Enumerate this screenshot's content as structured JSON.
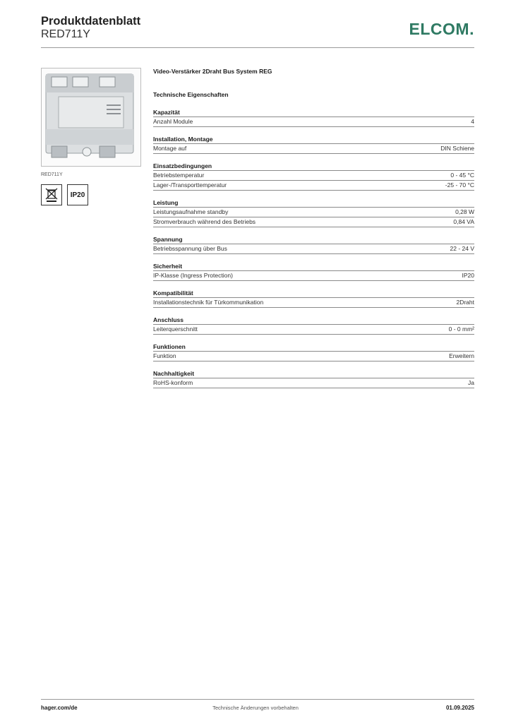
{
  "header": {
    "title": "Produktdatenblatt",
    "subtitle": "RED711Y",
    "logo": "ELCOM."
  },
  "product": {
    "image_caption": "RED711Y",
    "badges": {
      "weee": "weee-bin-icon",
      "ip": "IP20"
    },
    "name": "Video-Verstärker 2Draht Bus System REG",
    "tech_title": "Technische Eigenschaften"
  },
  "sections": [
    {
      "title": "Kapazität",
      "rows": [
        {
          "label": "Anzahl Module",
          "value": "4"
        }
      ]
    },
    {
      "title": "Installation, Montage",
      "rows": [
        {
          "label": "Montage auf",
          "value": "DIN Schiene"
        }
      ]
    },
    {
      "title": "Einsatzbedingungen",
      "rows": [
        {
          "label": "Betriebstemperatur",
          "value": "0 - 45 °C"
        },
        {
          "label": "Lager-/Transporttemperatur",
          "value": "-25 - 70 °C"
        }
      ]
    },
    {
      "title": "Leistung",
      "rows": [
        {
          "label": "Leistungsaufnahme standby",
          "value": "0,28 W"
        },
        {
          "label": "Stromverbrauch während des Betriebs",
          "value": "0,84 VA"
        }
      ]
    },
    {
      "title": "Spannung",
      "rows": [
        {
          "label": "Betriebsspannung über Bus",
          "value": "22 - 24 V"
        }
      ]
    },
    {
      "title": "Sicherheit",
      "rows": [
        {
          "label": "IP-Klasse (Ingress Protection)",
          "value": "IP20"
        }
      ]
    },
    {
      "title": "Kompatibilität",
      "rows": [
        {
          "label": "Installationstechnik für Türkommunikation",
          "value": "2Draht"
        }
      ]
    },
    {
      "title": "Anschluss",
      "rows": [
        {
          "label": "Leiterquerschnitt",
          "value": "0 - 0 mm²"
        }
      ]
    },
    {
      "title": "Funktionen",
      "rows": [
        {
          "label": "Funktion",
          "value": "Erweitern"
        }
      ]
    },
    {
      "title": "Nachhaltigkeit",
      "rows": [
        {
          "label": "RoHS-konform",
          "value": "Ja"
        }
      ]
    }
  ],
  "footer": {
    "left": "hager.com/de",
    "center": "Technische Änderungen vorbehalten",
    "right": "01.09.2025"
  }
}
